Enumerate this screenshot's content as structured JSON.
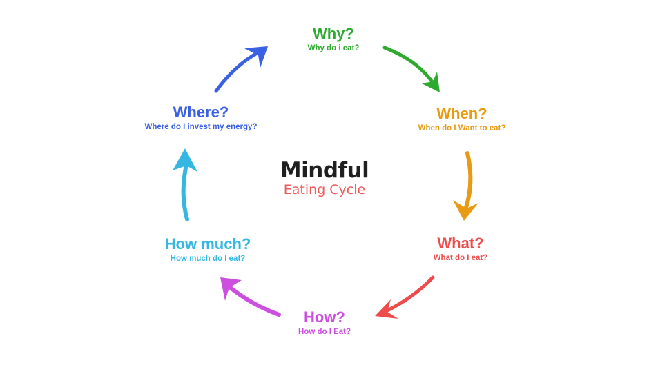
{
  "center": {
    "title": "Mindful",
    "subtitle": "Eating Cycle",
    "title_color": "#1f1f1f",
    "subtitle_color": "#ee5a58"
  },
  "nodes": [
    {
      "id": "why",
      "question": "Why?",
      "subtext": "Why do i eat?",
      "color": "#2eab2e"
    },
    {
      "id": "when",
      "question": "When?",
      "subtext": "When do I Want to eat?",
      "color": "#e89a12"
    },
    {
      "id": "what",
      "question": "What?",
      "subtext": "What do I eat?",
      "color": "#ee4c4c"
    },
    {
      "id": "how",
      "question": "How?",
      "subtext": "How do I Eat?",
      "color": "#cc4fe0"
    },
    {
      "id": "howmuch",
      "question": "How much?",
      "subtext": "How much do I eat?",
      "color": "#35b7e2"
    },
    {
      "id": "where",
      "question": "Where?",
      "subtext": "Where do I invest my energy?",
      "color": "#3a60e3"
    }
  ],
  "arrows": [
    {
      "from": "why",
      "to": "when",
      "color": "#2eab2e",
      "icon": "arrow-icon"
    },
    {
      "from": "when",
      "to": "what",
      "color": "#e89a12",
      "icon": "arrow-icon"
    },
    {
      "from": "what",
      "to": "how",
      "color": "#ee4c4c",
      "icon": "arrow-icon"
    },
    {
      "from": "how",
      "to": "howmuch",
      "color": "#cc4fe0",
      "icon": "arrow-icon"
    },
    {
      "from": "howmuch",
      "to": "where",
      "color": "#35b7e2",
      "icon": "arrow-icon"
    },
    {
      "from": "where",
      "to": "why",
      "color": "#3a60e3",
      "icon": "arrow-icon"
    }
  ]
}
